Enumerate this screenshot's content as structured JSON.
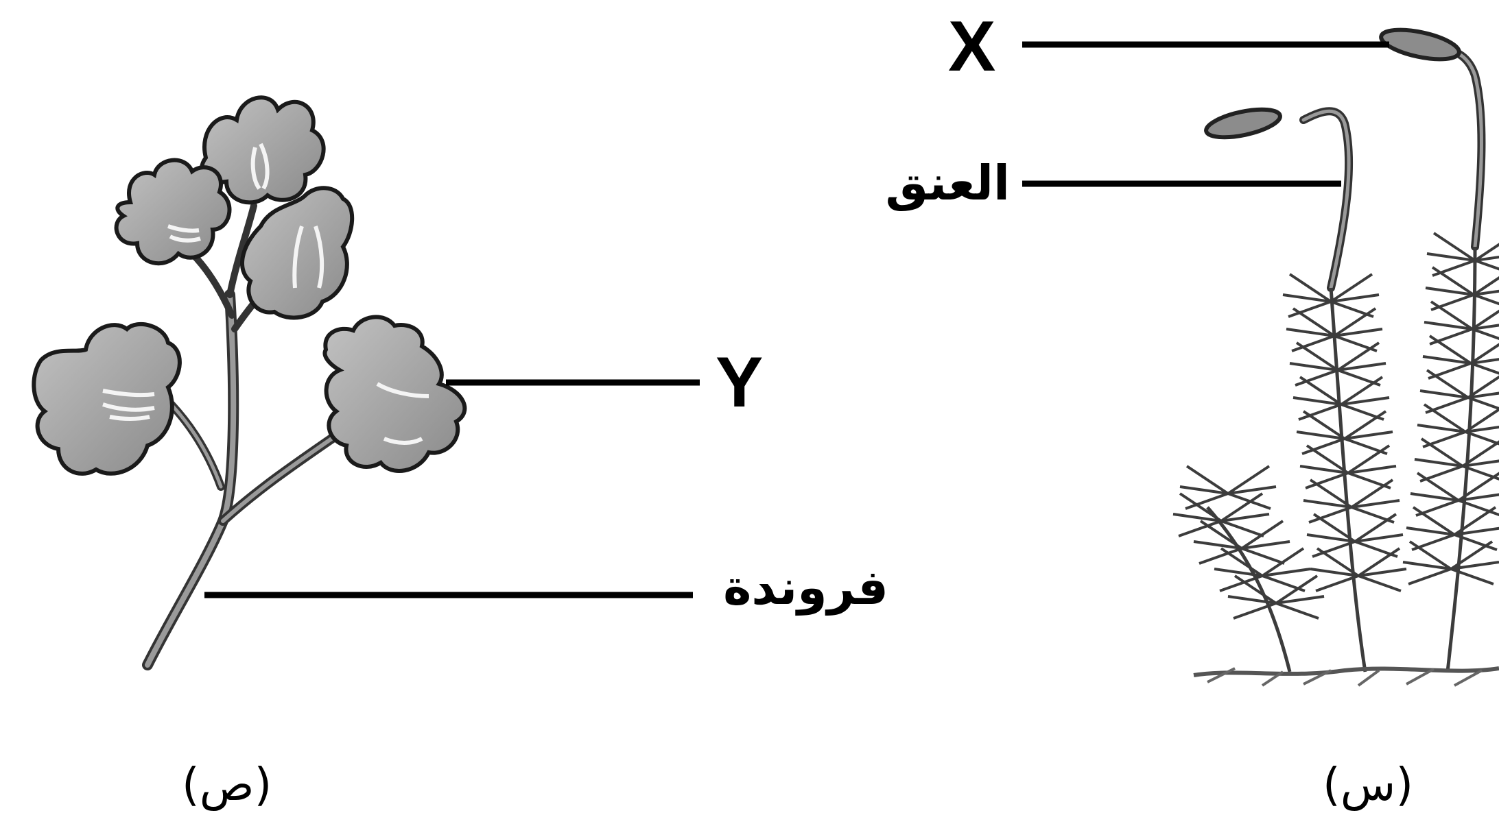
{
  "labels": {
    "x": "X",
    "neck": "العنق",
    "y": "Y",
    "frond": "فروندة",
    "caption_left": "(ص)",
    "caption_right": "(س)"
  },
  "colors": {
    "line": "#000000",
    "leaf_fill": "#a8a8a8",
    "leaf_outline": "#1a1a1a",
    "moss": "#4a4a4a"
  }
}
